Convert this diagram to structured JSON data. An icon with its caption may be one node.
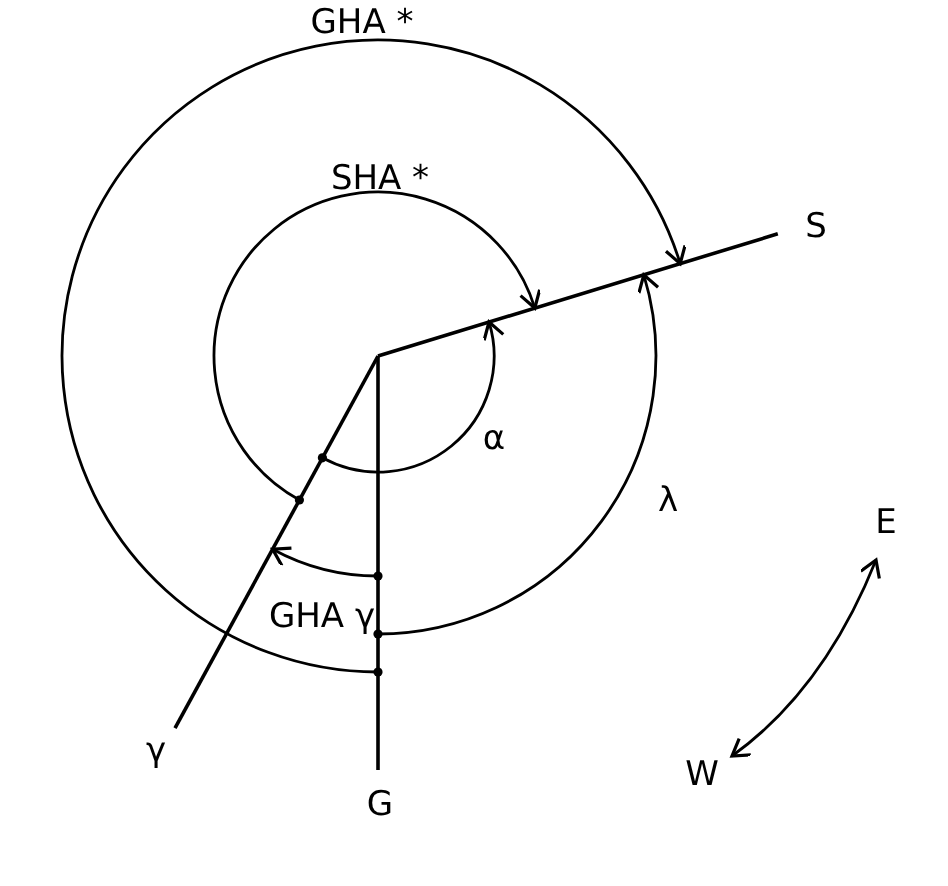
{
  "diagram": {
    "labels": [
      "GHA *",
      "SHA *",
      "S",
      "α",
      "λ",
      "E",
      "GHA γ",
      "γ",
      "W",
      "G"
    ]
  }
}
